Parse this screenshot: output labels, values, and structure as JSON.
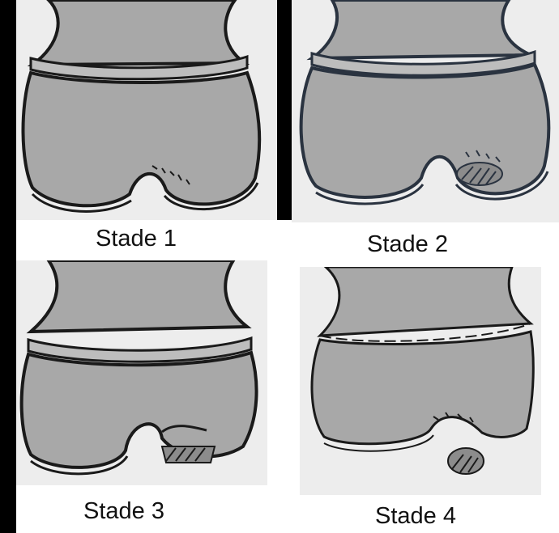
{
  "stages": [
    {
      "label": "Stade 1"
    },
    {
      "label": "Stade 2"
    },
    {
      "label": "Stade 3"
    },
    {
      "label": "Stade 4"
    }
  ],
  "colors": {
    "bone_fill": "#a8a8a8",
    "outline": "#1a1a1a",
    "panel_bg": "#ededed",
    "frame_bg": "#000000"
  }
}
